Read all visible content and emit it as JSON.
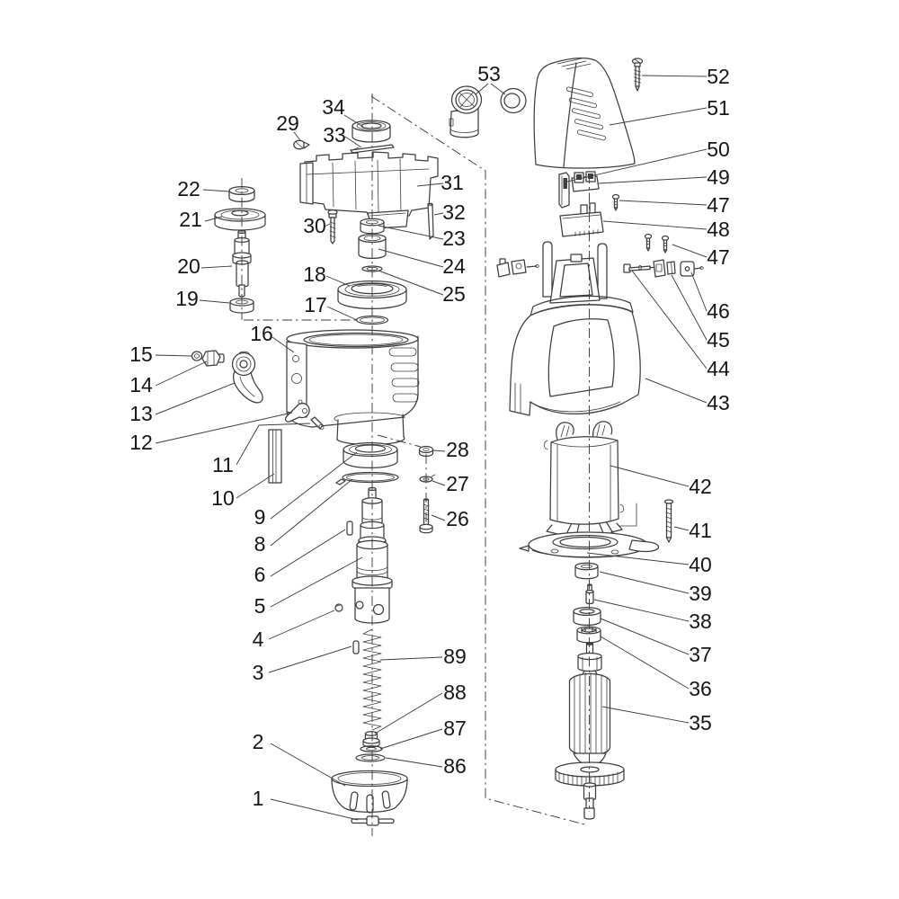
{
  "figure": {
    "type": "exploded-parts-diagram"
  },
  "colors": {
    "background": "#ffffff",
    "line": "#3e3e3e",
    "text": "#161616"
  },
  "labels": {
    "p1": "1",
    "p2": "2",
    "p3": "3",
    "p4": "4",
    "p5": "5",
    "p6": "6",
    "p8": "8",
    "p9": "9",
    "p10": "10",
    "p11": "11",
    "p12": "12",
    "p13": "13",
    "p14": "14",
    "p15": "15",
    "p16": "16",
    "p17": "17",
    "p18": "18",
    "p19": "19",
    "p20": "20",
    "p21": "21",
    "p22": "22",
    "p23": "23",
    "p24": "24",
    "p25": "25",
    "p26": "26",
    "p27": "27",
    "p28": "28",
    "p29": "29",
    "p30": "30",
    "p31": "31",
    "p32": "32",
    "p33": "33",
    "p34": "34",
    "p35": "35",
    "p36": "36",
    "p37": "37",
    "p38": "38",
    "p39": "39",
    "p40": "40",
    "p41": "41",
    "p42": "42",
    "p43": "43",
    "p44": "44",
    "p45": "45",
    "p46": "46",
    "p47a": "47",
    "p47b": "47",
    "p48": "48",
    "p49": "49",
    "p50": "50",
    "p51": "51",
    "p52": "52",
    "p53": "53",
    "p86": "86",
    "p87": "87",
    "p88": "88",
    "p89": "89"
  }
}
